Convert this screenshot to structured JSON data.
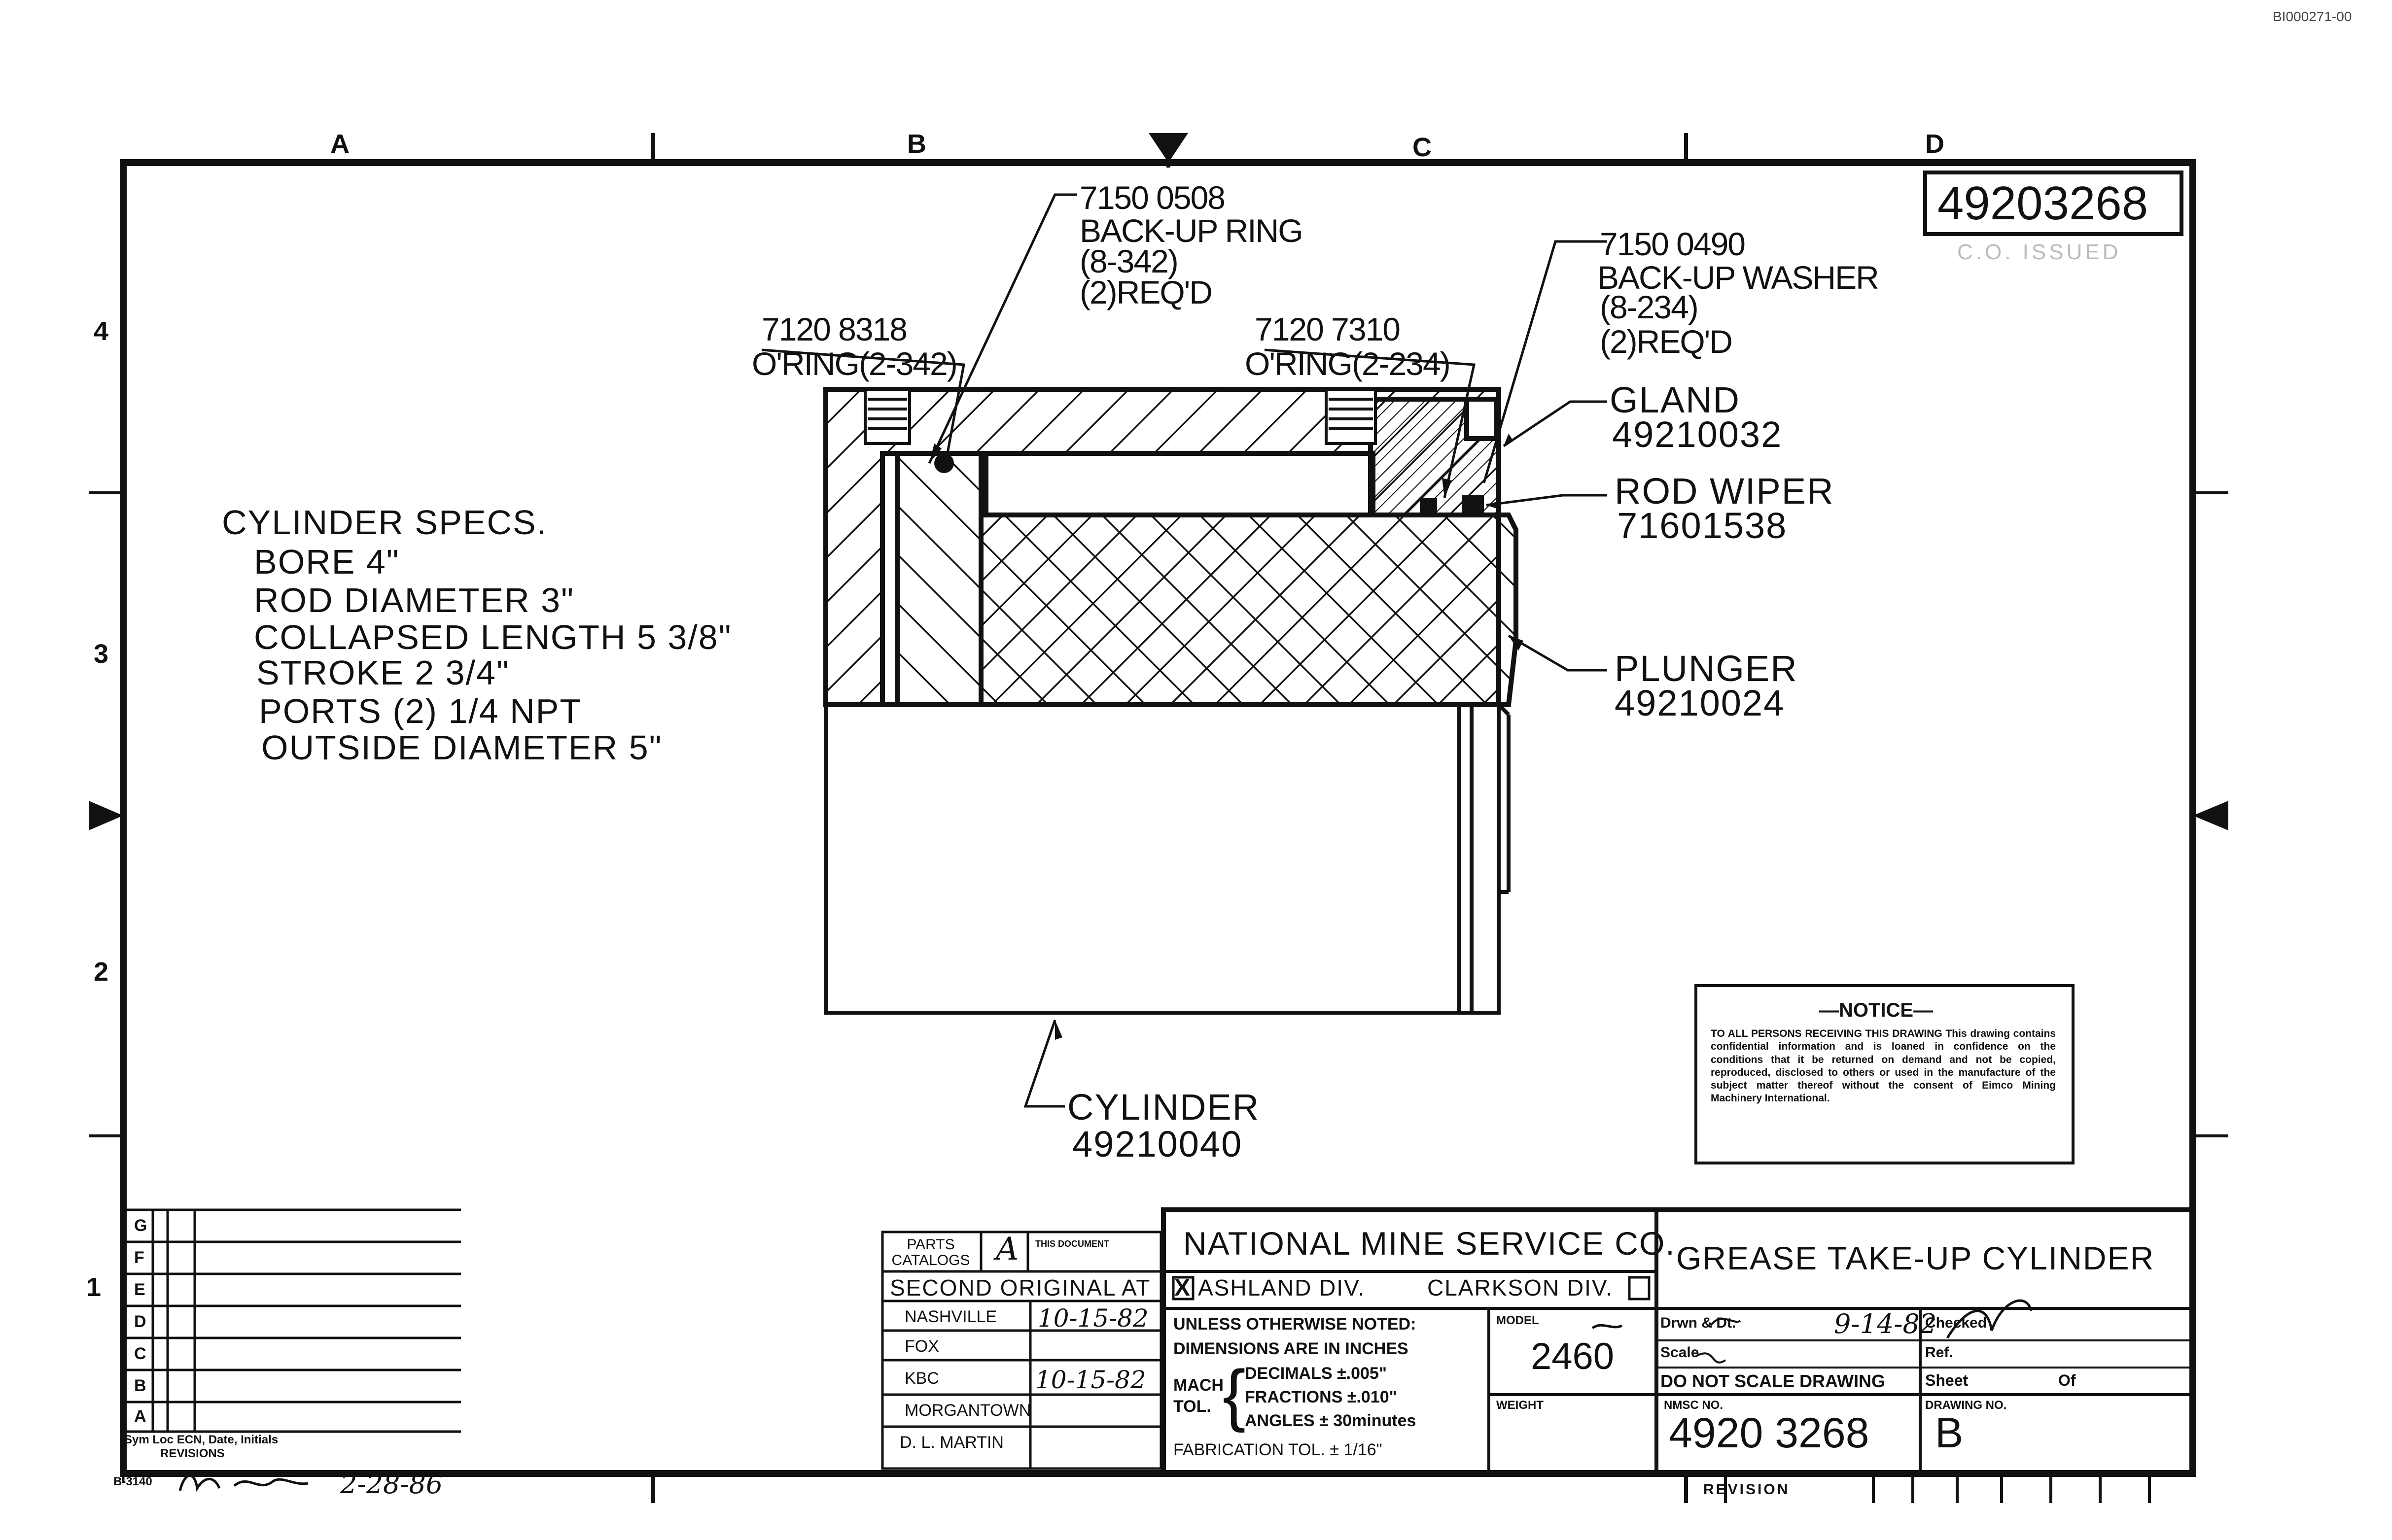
{
  "doc_id": "BI000271-00",
  "zone_letters": [
    "A",
    "B",
    "C",
    "D"
  ],
  "zone_numbers": [
    "4",
    "3",
    "2",
    "1"
  ],
  "drawing_number_box": "49203268",
  "stamp_text": "C.O. ISSUED",
  "callouts": {
    "backup_ring": [
      "7150 0508",
      "BACK-UP RING",
      "(8-342)",
      "(2)REQ'D"
    ],
    "oring_left": [
      "7120 8318",
      "O'RING(2-342)"
    ],
    "oring_right": [
      "7120 7310",
      "O'RING(2-234)"
    ],
    "backup_washer": [
      "7150 0490",
      "BACK-UP WASHER",
      "(8-234)",
      "(2)REQ'D"
    ],
    "gland": [
      "GLAND",
      "49210032"
    ],
    "rod_wiper": [
      "ROD WIPER",
      "71601538"
    ],
    "plunger": [
      "PLUNGER",
      "49210024"
    ],
    "cylinder": [
      "CYLINDER",
      "49210040"
    ]
  },
  "specs": {
    "title": "CYLINDER SPECS.",
    "lines": [
      "BORE  4\"",
      "ROD DIAMETER  3\"",
      "COLLAPSED LENGTH  5 3/8\"",
      "STROKE  2 3/4\"",
      "PORTS   (2) 1/4 NPT",
      "OUTSIDE DIAMETER  5\""
    ]
  },
  "notice": {
    "title": "—NOTICE—",
    "body": "TO ALL PERSONS RECEIVING THIS DRAWING This drawing contains confidential information and is loaned in confidence on the conditions that it be returned on demand and not be copied, reproduced, disclosed to others or used in the manufacture of the subject matter thereof without the consent of Eimco Mining Machinery International."
  },
  "revisions": {
    "rows": [
      "G",
      "F",
      "E",
      "D",
      "C",
      "B",
      "A"
    ],
    "header": "Sym Loc ECN, Date, Initials",
    "footer": "REVISIONS",
    "form_no": "B-3140",
    "signoff": "2-28-86"
  },
  "parts_catalog": {
    "label": "PARTS CATALOGS",
    "mark": "A",
    "small_note": "THIS DOCUMENT",
    "second_original": "SECOND ORIGINAL AT",
    "locations": [
      {
        "name": "NASHVILLE",
        "date": "10-15-82"
      },
      {
        "name": "FOX",
        "date": ""
      },
      {
        "name": "KBC",
        "date": "10-15-82"
      },
      {
        "name": "MORGANTOWN",
        "date": ""
      },
      {
        "name": "D. L. MARTIN",
        "date": ""
      }
    ]
  },
  "title_block": {
    "company": "NATIONAL MINE SERVICE CO.",
    "div_left": "ASHLAND DIV.",
    "div_right": "CLARKSON DIV.",
    "div_left_mark": "X",
    "tol_lines": [
      "UNLESS OTHERWISE NOTED:",
      "DIMENSIONS ARE IN INCHES"
    ],
    "mach_tol": "MACH TOL.",
    "tol_values": [
      "DECIMALS ±.005\"",
      "FRACTIONS ±.010\"",
      "ANGLES ± 30minutes"
    ],
    "fab_tol": "FABRICATION TOL. ± 1/16\"",
    "model_label": "MODEL",
    "model": "2460",
    "weight_label": "WEIGHT",
    "title": "GREASE TAKE-UP CYLINDER",
    "drawn_label": "Drwn & Dt.",
    "drawn_date": "9-14-82",
    "checked_label": "Checked",
    "scale_label": "Scale",
    "ref_label": "Ref.",
    "do_not_scale": "DO NOT SCALE DRAWING",
    "sheet_label": "Sheet",
    "of_label": "Of",
    "nmsc_label": "NMSC NO.",
    "nmsc_no": "4920 3268",
    "drawing_no_label": "DRAWING NO.",
    "drawing_no": "B",
    "revision_label": "REVISION"
  }
}
